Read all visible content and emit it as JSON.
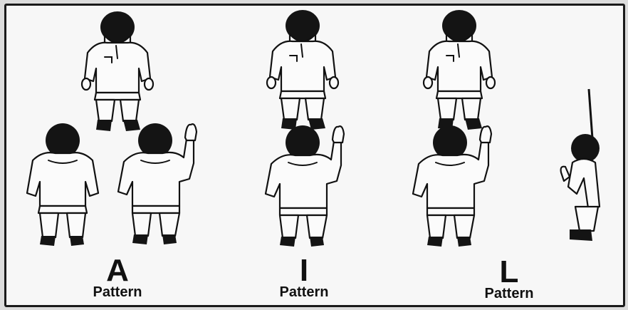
{
  "patterns": [
    {
      "letter": "A",
      "label": "Pattern"
    },
    {
      "letter": "I",
      "label": "Pattern"
    },
    {
      "letter": "L",
      "label": "Pattern"
    }
  ]
}
